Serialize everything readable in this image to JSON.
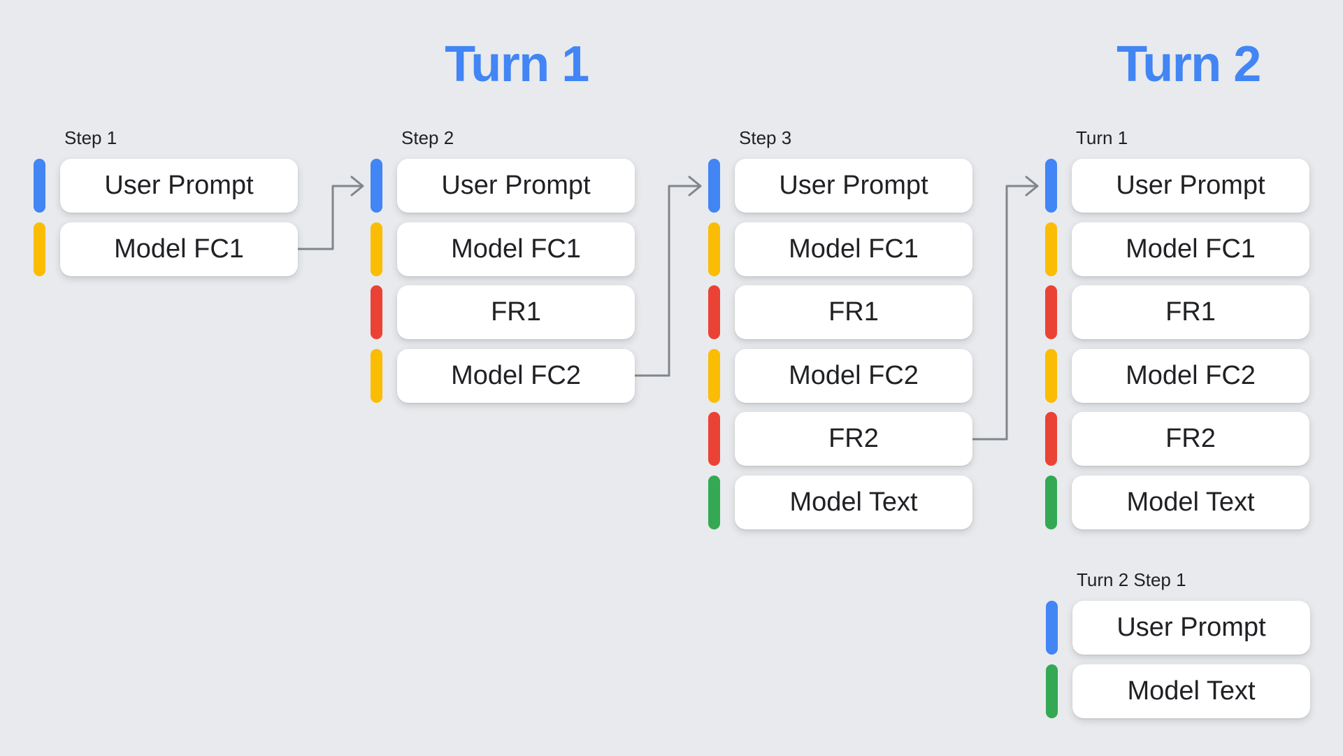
{
  "colors": {
    "background": "#E8EAED",
    "box_bg": "#FFFFFF",
    "text": "#202124",
    "label": "#202124",
    "title": "#4285F4",
    "arrow": "#80868B",
    "blue": "#4285F4",
    "yellow": "#FBBC04",
    "red": "#EA4335",
    "green": "#34A853"
  },
  "titles": {
    "turn1": "Turn 1",
    "turn2": "Turn 2"
  },
  "columns": [
    {
      "label": "Step 1",
      "items": [
        {
          "text": "User Prompt",
          "color": "blue"
        },
        {
          "text": "Model FC1",
          "color": "yellow"
        }
      ]
    },
    {
      "label": "Step 2",
      "items": [
        {
          "text": "User Prompt",
          "color": "blue"
        },
        {
          "text": "Model FC1",
          "color": "yellow"
        },
        {
          "text": "FR1",
          "color": "red"
        },
        {
          "text": "Model FC2",
          "color": "yellow"
        }
      ]
    },
    {
      "label": "Step 3",
      "items": [
        {
          "text": "User Prompt",
          "color": "blue"
        },
        {
          "text": "Model FC1",
          "color": "yellow"
        },
        {
          "text": "FR1",
          "color": "red"
        },
        {
          "text": "Model FC2",
          "color": "yellow"
        },
        {
          "text": "FR2",
          "color": "red"
        },
        {
          "text": "Model Text",
          "color": "green"
        }
      ]
    },
    {
      "label": "Turn 1",
      "items": [
        {
          "text": "User Prompt",
          "color": "blue"
        },
        {
          "text": "Model FC1",
          "color": "yellow"
        },
        {
          "text": "FR1",
          "color": "red"
        },
        {
          "text": "Model FC2",
          "color": "yellow"
        },
        {
          "text": "FR2",
          "color": "red"
        },
        {
          "text": "Model Text",
          "color": "green"
        }
      ]
    },
    {
      "label": "Turn 2 Step 1",
      "items": [
        {
          "text": "User Prompt",
          "color": "blue"
        },
        {
          "text": "Model Text",
          "color": "green"
        }
      ]
    }
  ],
  "connections": [
    {
      "from_column": 0,
      "from_item": 1,
      "to_column": 1,
      "to_item": 0
    },
    {
      "from_column": 1,
      "from_item": 3,
      "to_column": 2,
      "to_item": 0
    },
    {
      "from_column": 2,
      "from_item": 4,
      "to_column": 3,
      "to_item": 0
    }
  ]
}
